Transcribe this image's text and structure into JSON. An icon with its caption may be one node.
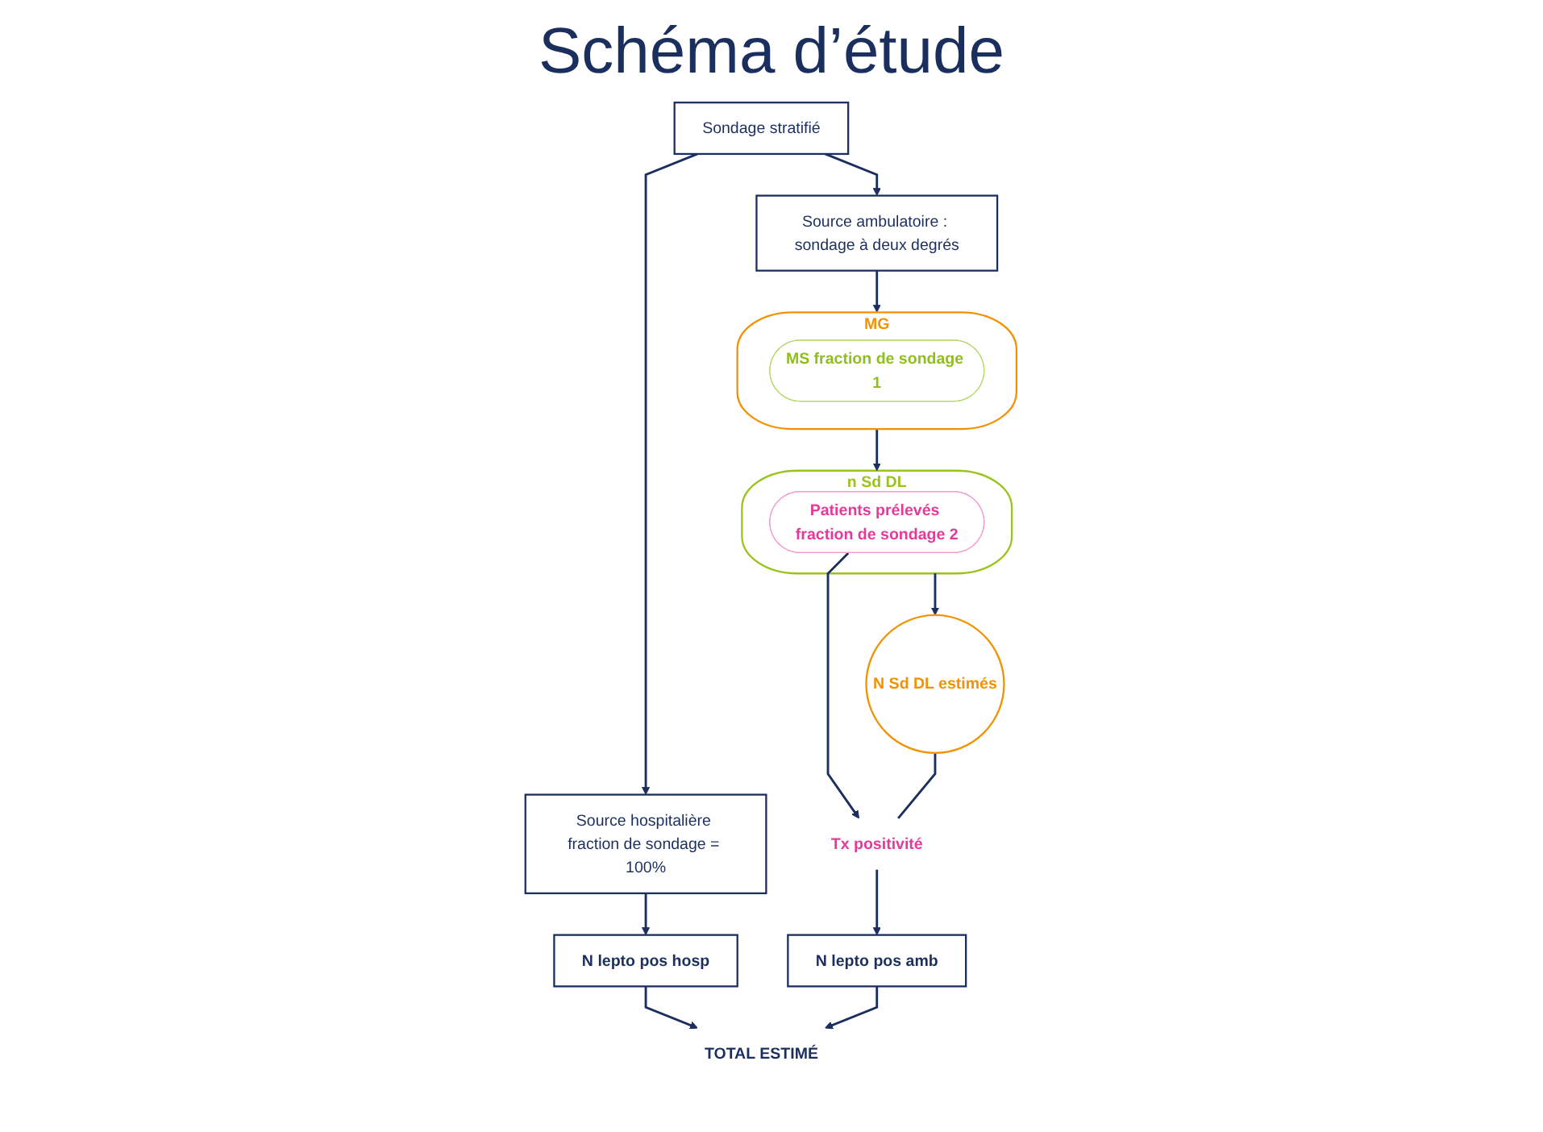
{
  "diagram": {
    "title": "Schéma d’étude",
    "nodes": [
      {
        "text": [
          "Sondage stratifié"
        ]
      },
      {
        "text": [
          "Source hospitalière fraction de sondage = 100%"
        ]
      },
      {
        "text": [
          "Source ambulatoire : sondage à deux degrés"
        ]
      },
      {
        "text": [
          "MG"
        ]
      },
      {
        "text": [
          "MS fraction de sondage 1"
        ],
        "in": 3
      },
      {
        "text": [
          "N Sd DL estimés"
        ]
      },
      {
        "text": [
          "N lepto pos hosp"
        ]
      },
      {
        "text": [
          "Tx positivité"
        ]
      },
      {
        "text": [
          "n Sd DL"
        ]
      },
      {
        "text": [
          "Patients prélevés fraction de sondage 2"
        ],
        "in": 8
      },
      {
        "text": [
          "TOTAL ESTIMÉ"
        ]
      },
      {
        "text": [
          "N lepto pos amb"
        ]
      }
    ],
    "edges": [
      {
        "from": 0,
        "to": 1,
        "arrow": "to"
      },
      {
        "from": 0,
        "to": 2,
        "arrow": "to"
      },
      {
        "from": 2,
        "to": 3,
        "arrow": "to"
      },
      {
        "from": 1,
        "to": 6,
        "arrow": "to"
      },
      {
        "from": 6,
        "to": 10,
        "arrow": "to"
      },
      {
        "from": 3,
        "to": 8,
        "arrow": "to"
      },
      {
        "from": 8,
        "to": 5,
        "arrow": "to"
      },
      {
        "from": 9,
        "to": 7,
        "arrow": "to"
      },
      {
        "from": 5,
        "to": 7,
        "arrow": "none"
      },
      {
        "from": 7,
        "to": 11,
        "arrow": "to"
      },
      {
        "from": 11,
        "to": 10,
        "arrow": "to"
      }
    ]
  }
}
